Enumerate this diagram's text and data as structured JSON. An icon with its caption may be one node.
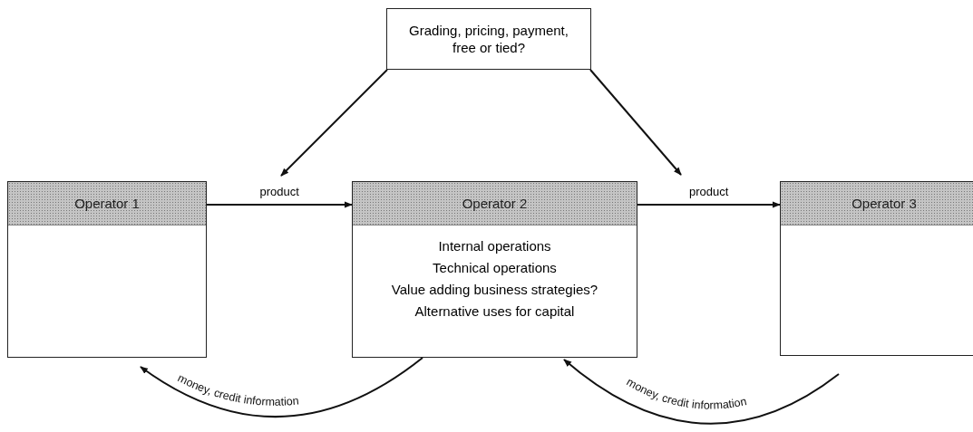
{
  "diagram": {
    "nodes": [
      {
        "text": [
          "Grading, pricing, payment, free or tied?"
        ]
      },
      {
        "text": [
          "Operator 1"
        ]
      },
      {
        "text": [
          "Operator 2",
          "Internal operations",
          "Technical operations",
          "Value adding business strategies?",
          "Alternative uses for capital"
        ]
      },
      {
        "text": [
          "Operator 3"
        ]
      }
    ],
    "edges": [
      {
        "from": 0,
        "to": null,
        "arrow": "to"
      },
      {
        "from": 0,
        "to": null,
        "arrow": "to"
      },
      {
        "from": 1,
        "to": 2,
        "arrow": "to",
        "label": "product"
      },
      {
        "from": 2,
        "to": 3,
        "arrow": "to",
        "label": "product"
      },
      {
        "from": 2,
        "to": 1,
        "arrow": "to",
        "label": "money, credit information"
      },
      {
        "from": 3,
        "to": 2,
        "arrow": "to",
        "label": "money, credit information"
      }
    ]
  }
}
